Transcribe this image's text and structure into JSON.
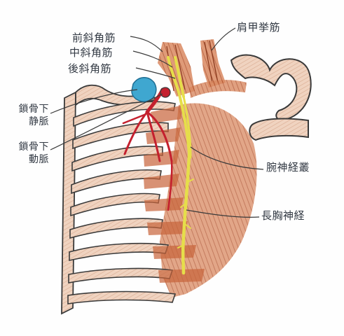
{
  "labels": {
    "anterior_scalene": "前斜角筋",
    "middle_scalene": "中斜角筋",
    "posterior_scalene": "後斜角筋",
    "levator_scapulae": "肩甲挙筋",
    "subclavian_vein_1": "鎖骨下",
    "subclavian_vein_2": "静脈",
    "subclavian_artery_1": "鎖骨下",
    "subclavian_artery_2": "動脈",
    "brachial_plexus": "腕神経叢",
    "long_thoracic_nerve": "長胸神経"
  },
  "colors": {
    "muscle": "#c8643a",
    "muscle_dark": "#9a3e22",
    "nerve": "#e6de4a",
    "artery": "#c4202e",
    "vein": "#3fa7d0",
    "bone_fill": "#e9c9b4",
    "bone_outline": "#3a3a3a",
    "leader": "#3a3a3a"
  }
}
